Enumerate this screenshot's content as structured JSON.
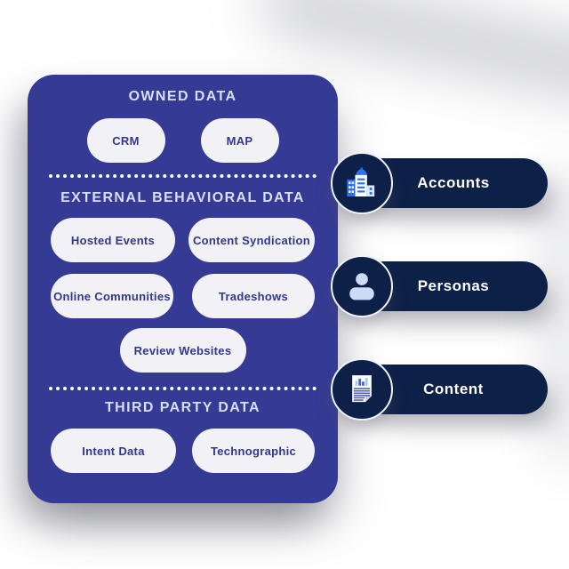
{
  "diagram": {
    "panel": {
      "owned": {
        "title": "OWNED DATA",
        "items": [
          "CRM",
          "MAP"
        ]
      },
      "external": {
        "title": "EXTERNAL BEHAVIORAL DATA",
        "items": [
          "Hosted Events",
          "Content Syndication",
          "Online Communities",
          "Tradeshows",
          "Review Websites"
        ]
      },
      "third": {
        "title": "THIRD PARTY DATA",
        "items": [
          "Intent Data",
          "Technographic"
        ]
      }
    },
    "outputs": [
      {
        "label": "Accounts",
        "icon": "buildings-icon"
      },
      {
        "label": "Personas",
        "icon": "person-icon"
      },
      {
        "label": "Content",
        "icon": "document-chart-icon"
      }
    ],
    "colors": {
      "panel_bg": "#353a94",
      "pill_bg": "#f1f1f6",
      "pill_text": "#32378c",
      "heading_text": "#d8def6",
      "output_bg": "#0d2048",
      "output_text": "#ffffff",
      "icon_blue": "#2f6ef0",
      "icon_light_blue": "#ccdcf8",
      "divider_dots": "#ffffff"
    }
  }
}
